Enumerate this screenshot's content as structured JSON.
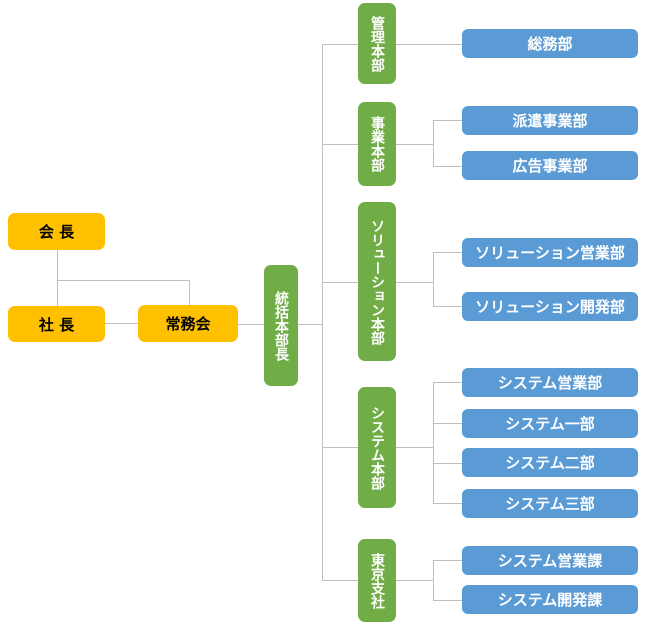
{
  "palette": {
    "executive_fill": "#FFC000",
    "division_fill": "#70AD47",
    "department_fill": "#5B9BD5",
    "connector_line": "#BFBFBF",
    "executive_text": "#000000",
    "light_text": "#FFFFFF"
  },
  "executives": {
    "chairman": "会 長",
    "president": "社 長",
    "executive_board": "常務会",
    "chief_of_divisions": "統括本部長"
  },
  "divisions": [
    {
      "label": "管理本部",
      "departments": [
        "総務部"
      ]
    },
    {
      "label": "事業本部",
      "departments": [
        "派遣事業部",
        "広告事業部"
      ]
    },
    {
      "label": "ソリューション本部",
      "departments": [
        "ソリューション営業部",
        "ソリューション開発部"
      ]
    },
    {
      "label": "システム本部",
      "departments": [
        "システム営業部",
        "システム一部",
        "システム二部",
        "システム三部"
      ]
    },
    {
      "label": "東京支社",
      "departments": [
        "システム営業課",
        "システム開発課"
      ]
    }
  ]
}
